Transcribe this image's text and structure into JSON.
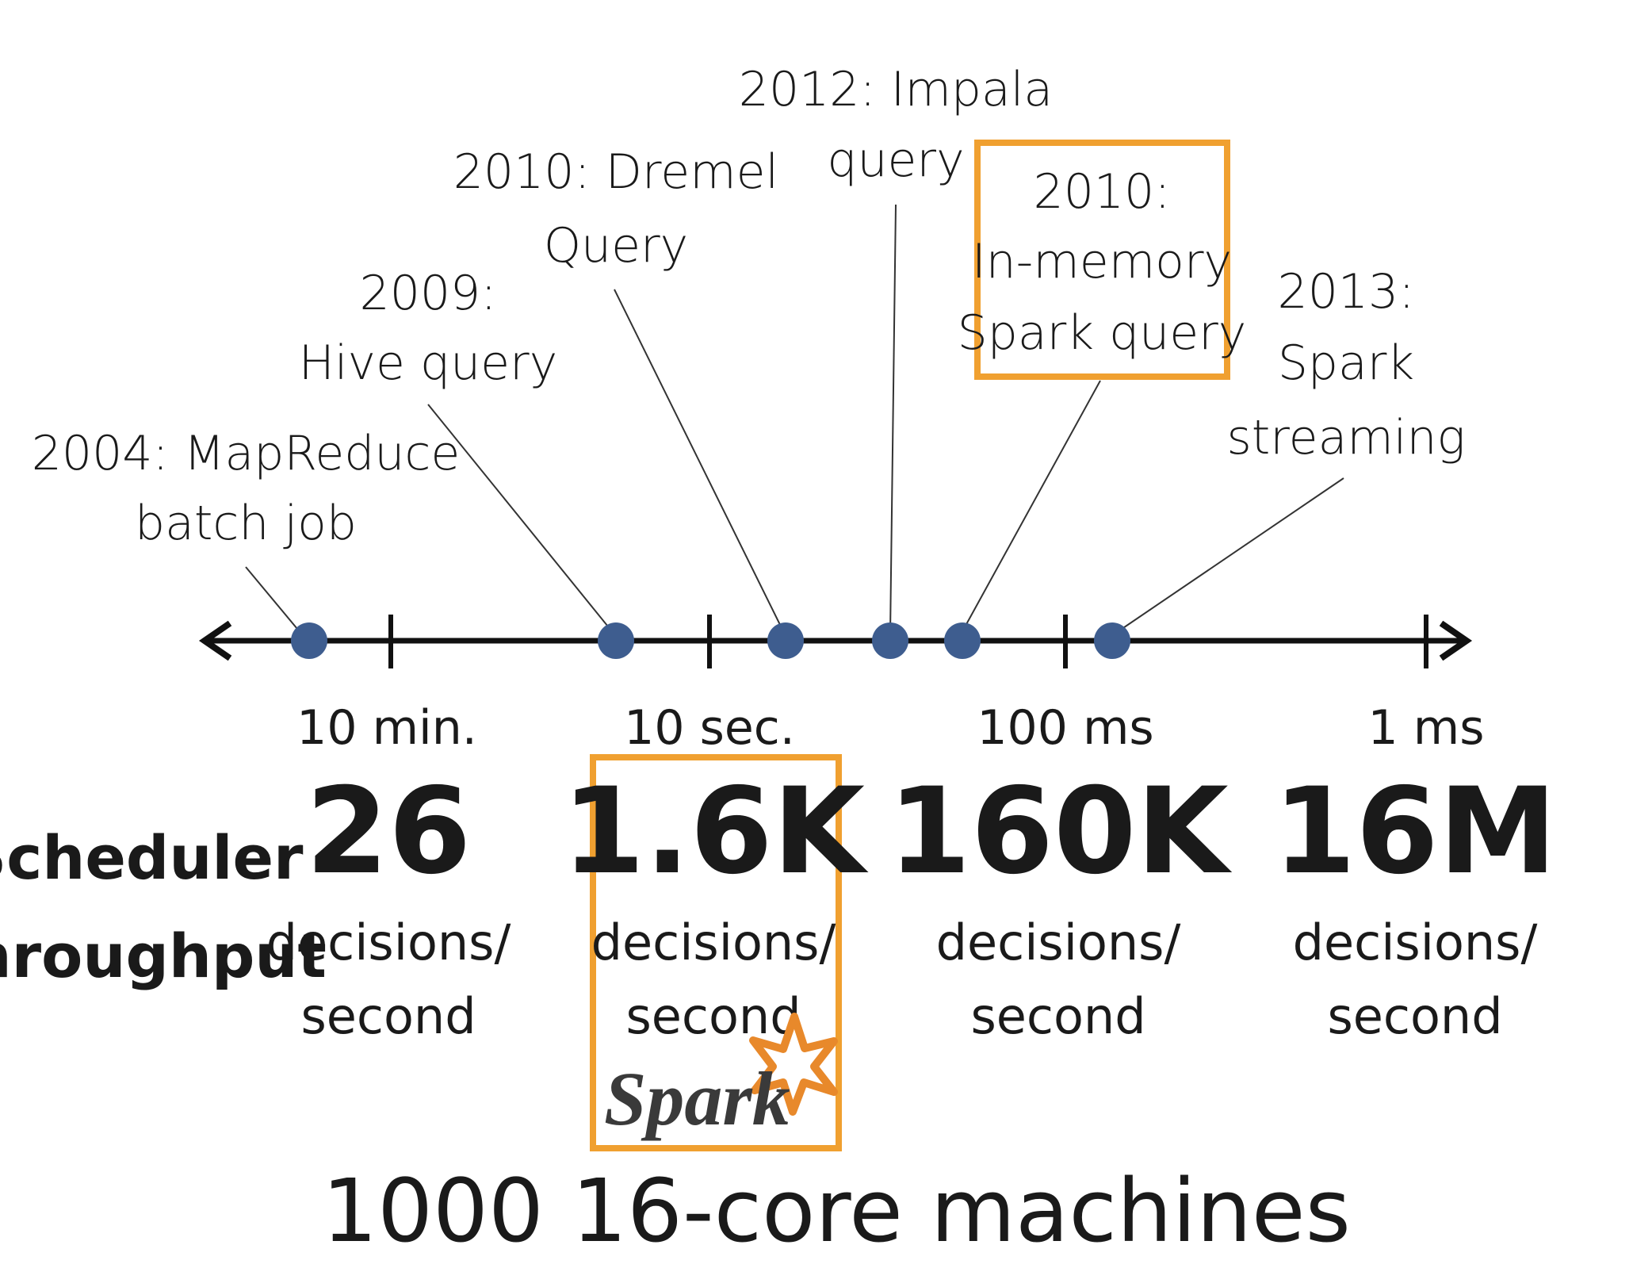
{
  "events": [
    {
      "lines": [
        "2004: MapReduce",
        "batch job"
      ]
    },
    {
      "lines": [
        "2009:",
        "Hive query"
      ]
    },
    {
      "lines": [
        "2010: Dremel",
        "Query"
      ]
    },
    {
      "lines": [
        "2012: Impala",
        "query"
      ]
    },
    {
      "lines": [
        "2010:",
        "In-memory",
        "Spark query"
      ],
      "highlighted": true
    },
    {
      "lines": [
        "2013:",
        "Spark",
        "streaming"
      ]
    }
  ],
  "ticks": [
    "10 min.",
    "10 sec.",
    "100 ms",
    "1 ms"
  ],
  "throughput": {
    "label_lines": [
      "Scheduler",
      "throughput"
    ],
    "values": [
      {
        "value": "26",
        "unit_lines": [
          "decisions/",
          "second"
        ]
      },
      {
        "value": "1.6K",
        "unit_lines": [
          "decisions/",
          "second"
        ],
        "highlighted": true
      },
      {
        "value": "160K",
        "unit_lines": [
          "decisions/",
          "second"
        ]
      },
      {
        "value": "16M",
        "unit_lines": [
          "decisions/",
          "second"
        ]
      }
    ]
  },
  "logo_text": "Spark",
  "footer": "1000 16-core machines",
  "colors": {
    "highlight": "#f0a030",
    "dot": "#3e5d8f",
    "axis": "#111111",
    "text": "#1a1a1a",
    "star": "#e8892b"
  }
}
